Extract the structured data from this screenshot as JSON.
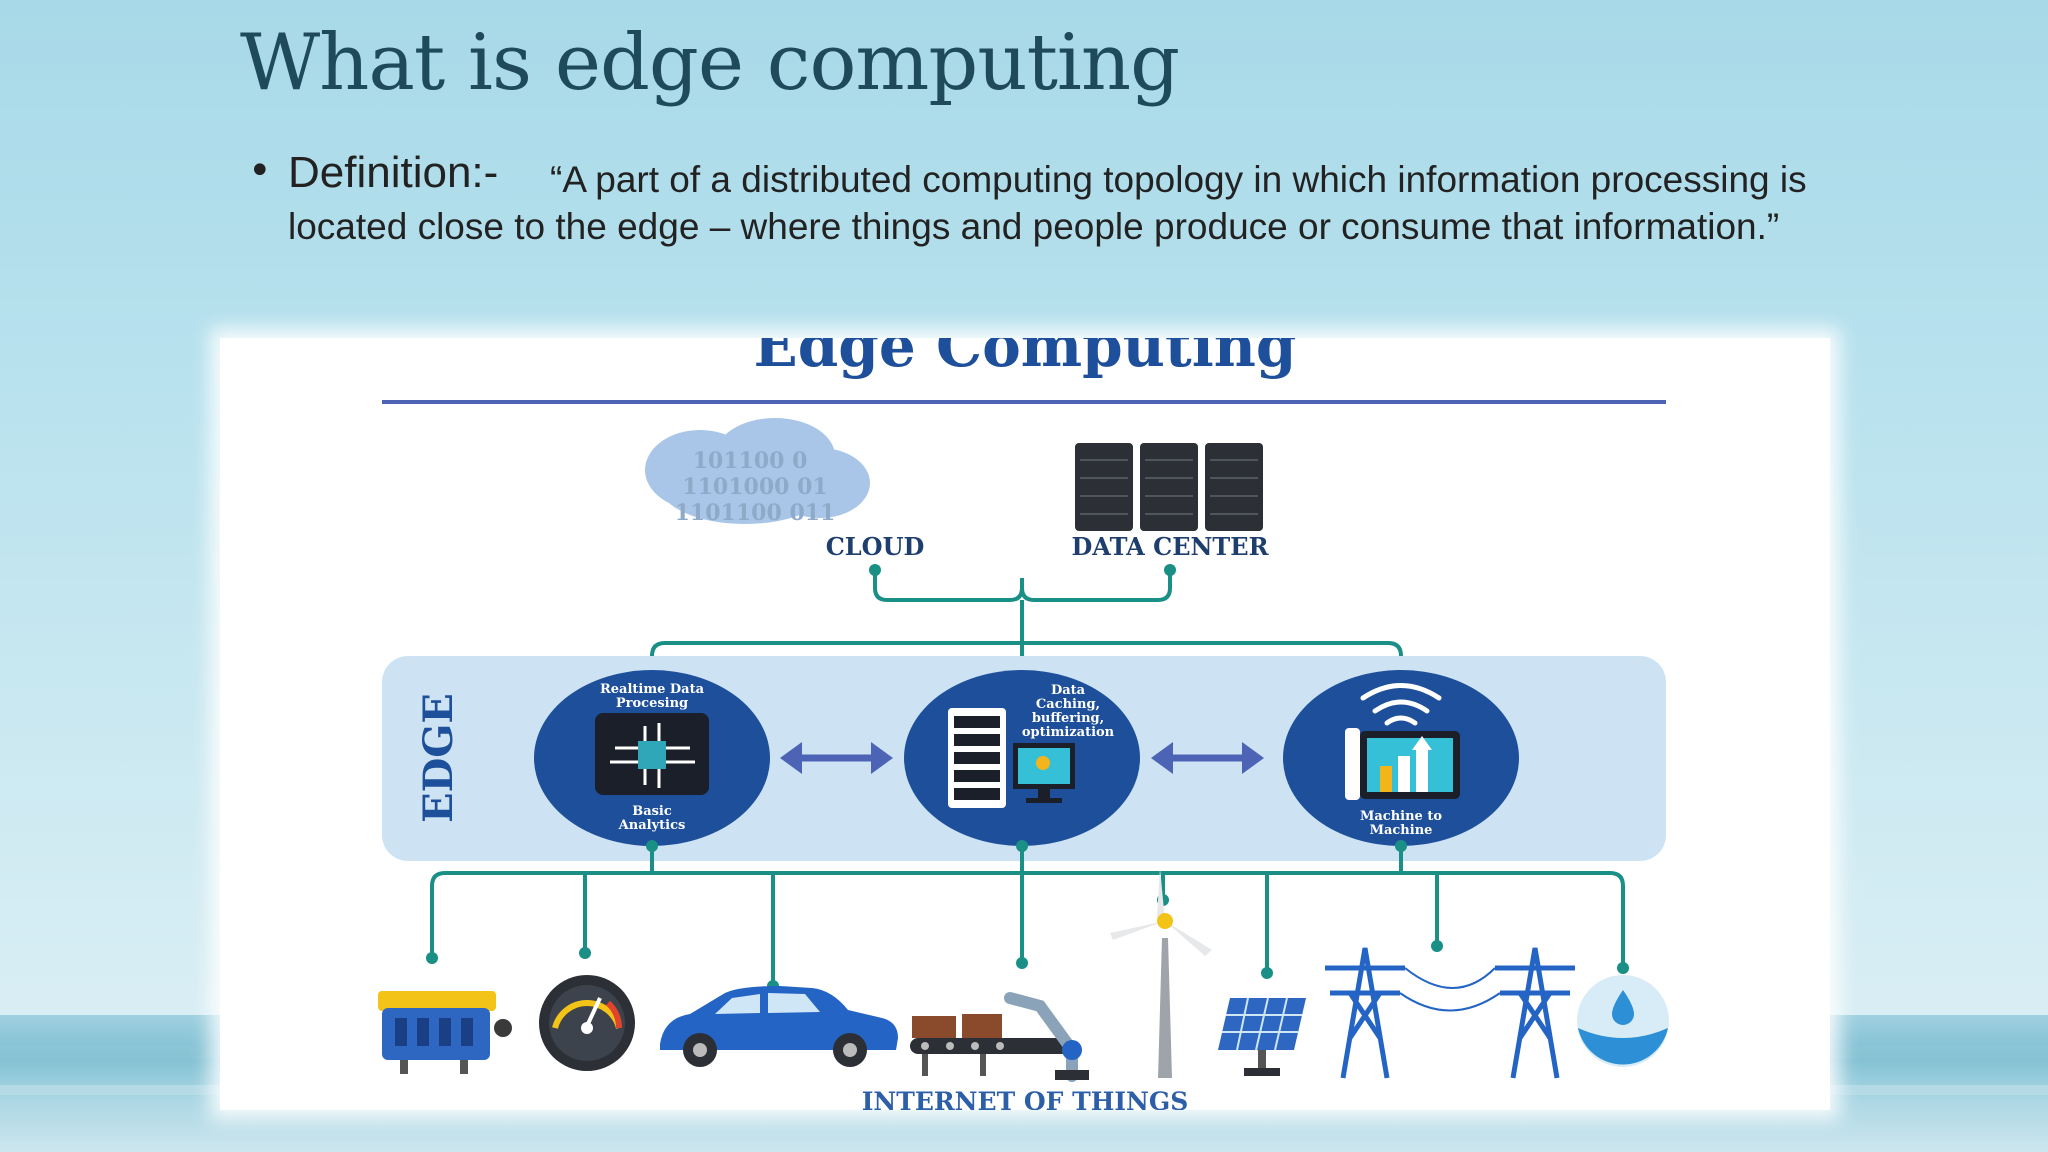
{
  "slide": {
    "title": "What is edge computing",
    "bullet_label": "Definition:-",
    "definition": "“A part of a distributed computing topology in which information processing is located close to the edge – where things and people produce or consume that information.”"
  },
  "diagram": {
    "heading": "Edge Computing",
    "cloud_binary": [
      "101100 0",
      "1101000 01",
      "1101100 011"
    ],
    "cloud_label": "CLOUD",
    "datacenter_label": "DATA CENTER",
    "edge_label": "EDGE",
    "node_left_top": [
      "Realtime Data",
      "Procesing"
    ],
    "node_left_bottom": [
      "Basic",
      "Analytics"
    ],
    "node_mid_top": [
      "Data",
      "Caching,",
      "buffering,",
      "optimization"
    ],
    "node_right_bottom": [
      "Machine to",
      "Machine"
    ],
    "footer_label": "INTERNET OF THINGS",
    "icons": [
      "engine-icon",
      "gauge-icon",
      "car-icon",
      "assembly-line-icon",
      "wind-turbine-icon",
      "solar-panel-icon",
      "power-tower-icon",
      "water-drop-icon"
    ],
    "colors": {
      "navy": "#1e4f9a",
      "teal": "#1a8f86",
      "edge_band": "#cde3f3",
      "arrow": "#4c63b6"
    }
  }
}
